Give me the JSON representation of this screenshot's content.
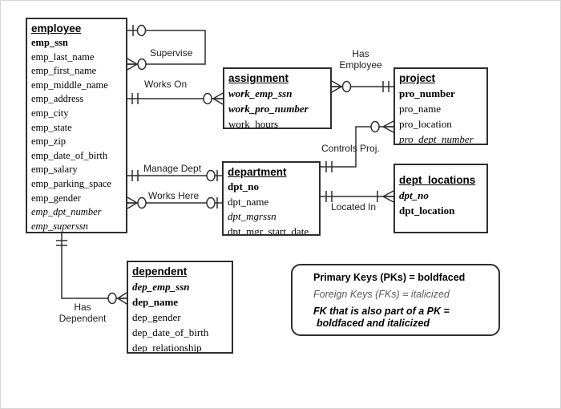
{
  "entities": {
    "employee": {
      "title": "employee",
      "fields": [
        {
          "name": "emp_ssn",
          "key": "pk"
        },
        {
          "name": "emp_last_name",
          "key": "none"
        },
        {
          "name": "emp_first_name",
          "key": "none"
        },
        {
          "name": "emp_middle_name",
          "key": "none"
        },
        {
          "name": "emp_address",
          "key": "none"
        },
        {
          "name": "emp_city",
          "key": "none"
        },
        {
          "name": "emp_state",
          "key": "none"
        },
        {
          "name": "emp_zip",
          "key": "none"
        },
        {
          "name": "emp_date_of_birth",
          "key": "none"
        },
        {
          "name": "emp_salary",
          "key": "none"
        },
        {
          "name": "emp_parking_space",
          "key": "none"
        },
        {
          "name": "emp_gender",
          "key": "none"
        },
        {
          "name": "emp_dpt_number",
          "key": "fk"
        },
        {
          "name": "emp_superssn",
          "key": "fk"
        }
      ]
    },
    "assignment": {
      "title": "assignment",
      "fields": [
        {
          "name": "work_emp_ssn",
          "key": "pkfk"
        },
        {
          "name": "work_pro_number",
          "key": "pkfk"
        },
        {
          "name": "work_hours",
          "key": "none"
        }
      ]
    },
    "project": {
      "title": "project",
      "fields": [
        {
          "name": "pro_number",
          "key": "pk"
        },
        {
          "name": "pro_name",
          "key": "none"
        },
        {
          "name": "pro_location",
          "key": "none"
        },
        {
          "name": "pro_dept_number",
          "key": "fk"
        }
      ]
    },
    "department": {
      "title": "department",
      "fields": [
        {
          "name": "dpt_no",
          "key": "pk"
        },
        {
          "name": "dpt_name",
          "key": "none"
        },
        {
          "name": "dpt_mgrssn",
          "key": "fk"
        },
        {
          "name": "dpt_mgr_start_date",
          "key": "none"
        }
      ]
    },
    "dept_locations": {
      "title": "dept_locations",
      "fields": [
        {
          "name": "dpt_no",
          "key": "pkfk"
        },
        {
          "name": "dpt_location",
          "key": "pk"
        }
      ]
    },
    "dependent": {
      "title": "dependent",
      "fields": [
        {
          "name": "dep_emp_ssn",
          "key": "pkfk"
        },
        {
          "name": "dep_name",
          "key": "pk"
        },
        {
          "name": "dep_gender",
          "key": "none"
        },
        {
          "name": "dep_date_of_birth",
          "key": "none"
        },
        {
          "name": "dep_relationship",
          "key": "none"
        }
      ]
    }
  },
  "relationships": {
    "supervise": {
      "label": "Supervise",
      "from": "employee",
      "to": "employee",
      "from_symbol": "one-optional",
      "to_symbol": "many-optional"
    },
    "works_on": {
      "label": "Works On",
      "from": "employee",
      "to": "assignment",
      "from_symbol": "one-mandatory",
      "to_symbol": "many-optional"
    },
    "has_employee": {
      "label": "Has\nEmployee",
      "from": "assignment",
      "to": "project",
      "from_symbol": "many-optional",
      "to_symbol": "one-mandatory"
    },
    "manage_dept": {
      "label": "Manage Dept",
      "from": "employee",
      "to": "department",
      "from_symbol": "one-mandatory",
      "to_symbol": "one-optional"
    },
    "works_here": {
      "label": "Works Here",
      "from": "employee",
      "to": "department",
      "from_symbol": "many-optional",
      "to_symbol": "one-optional"
    },
    "controls_proj": {
      "label": "Controls Proj.",
      "from": "department",
      "to": "project",
      "from_symbol": "one-mandatory",
      "to_symbol": "many-optional"
    },
    "located_in": {
      "label": "Located In",
      "from": "department",
      "to": "dept_locations",
      "from_symbol": "one-mandatory",
      "to_symbol": "many-mandatory"
    },
    "has_dependent": {
      "label": "Has\nDependent",
      "from": "employee",
      "to": "dependent",
      "from_symbol": "one-mandatory",
      "to_symbol": "many-optional"
    }
  },
  "legend": {
    "line1": "Primary Keys (PKs) = boldfaced",
    "line2": "Foreign Keys (FKs) = italicized",
    "line3": "FK that is also part of a PK =",
    "line4": "boldfaced and italicized"
  },
  "colors": {
    "line": "#2e2e2e",
    "text": "#000000",
    "legend_fk_text": "#5a5a5a",
    "background": "#ffffff"
  }
}
